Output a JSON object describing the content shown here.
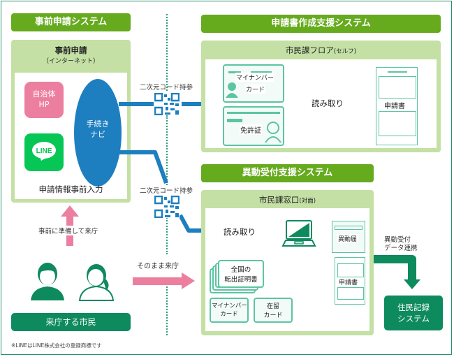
{
  "colors": {
    "header_green": "#66aa1e",
    "panel_green": "#c4e0a5",
    "dark_green": "#0e8a5f",
    "teal_line": "#5cc4a2",
    "blue": "#1e7fc0",
    "pink": "#ec7fa0",
    "line_green": "#06c755"
  },
  "pre_system": {
    "header": "事前申請システム",
    "panel_title": "事前申請",
    "panel_subtitle": "（インターネット）",
    "hp_label_line1": "自治体",
    "hp_label_line2": "HP",
    "line_label": "LINE",
    "navi_line1": "手続き",
    "navi_line2": "ナビ",
    "footer": "申請情報事前入力"
  },
  "arrows": {
    "qr_label_top": "二次元コード持参",
    "qr_label_bottom": "二次元コード持参",
    "prepare_visit": "事前に準備して来庁",
    "direct_visit": "そのまま来庁",
    "data_link_line1": "異動受付",
    "data_link_line2": "データ連携"
  },
  "application_system": {
    "header": "申請書作成支援システム",
    "panel_title": "市民課フロア",
    "panel_title_note": "(セルフ)",
    "mynumber_line1": "マイナンバー",
    "mynumber_line2": "カード",
    "license": "免許証",
    "read": "読み取り",
    "form": "申請書"
  },
  "move_system": {
    "header": "異動受付支援システム",
    "panel_title": "市民課窓口",
    "panel_title_note": "(対面)",
    "read": "読み取り",
    "move_notice": "異動届",
    "form": "申請書",
    "transfer_line1": "全国の",
    "transfer_line2": "転出証明書",
    "mynumber_line1": "マイナンバー",
    "mynumber_line2": "カード",
    "residence_line1": "在留",
    "residence_line2": "カード"
  },
  "resident_record": {
    "line1": "住民記録",
    "line2": "システム"
  },
  "citizens": {
    "label": "来庁する市民"
  },
  "footnote": "※LINEはLINE株式会社の登録商標です"
}
